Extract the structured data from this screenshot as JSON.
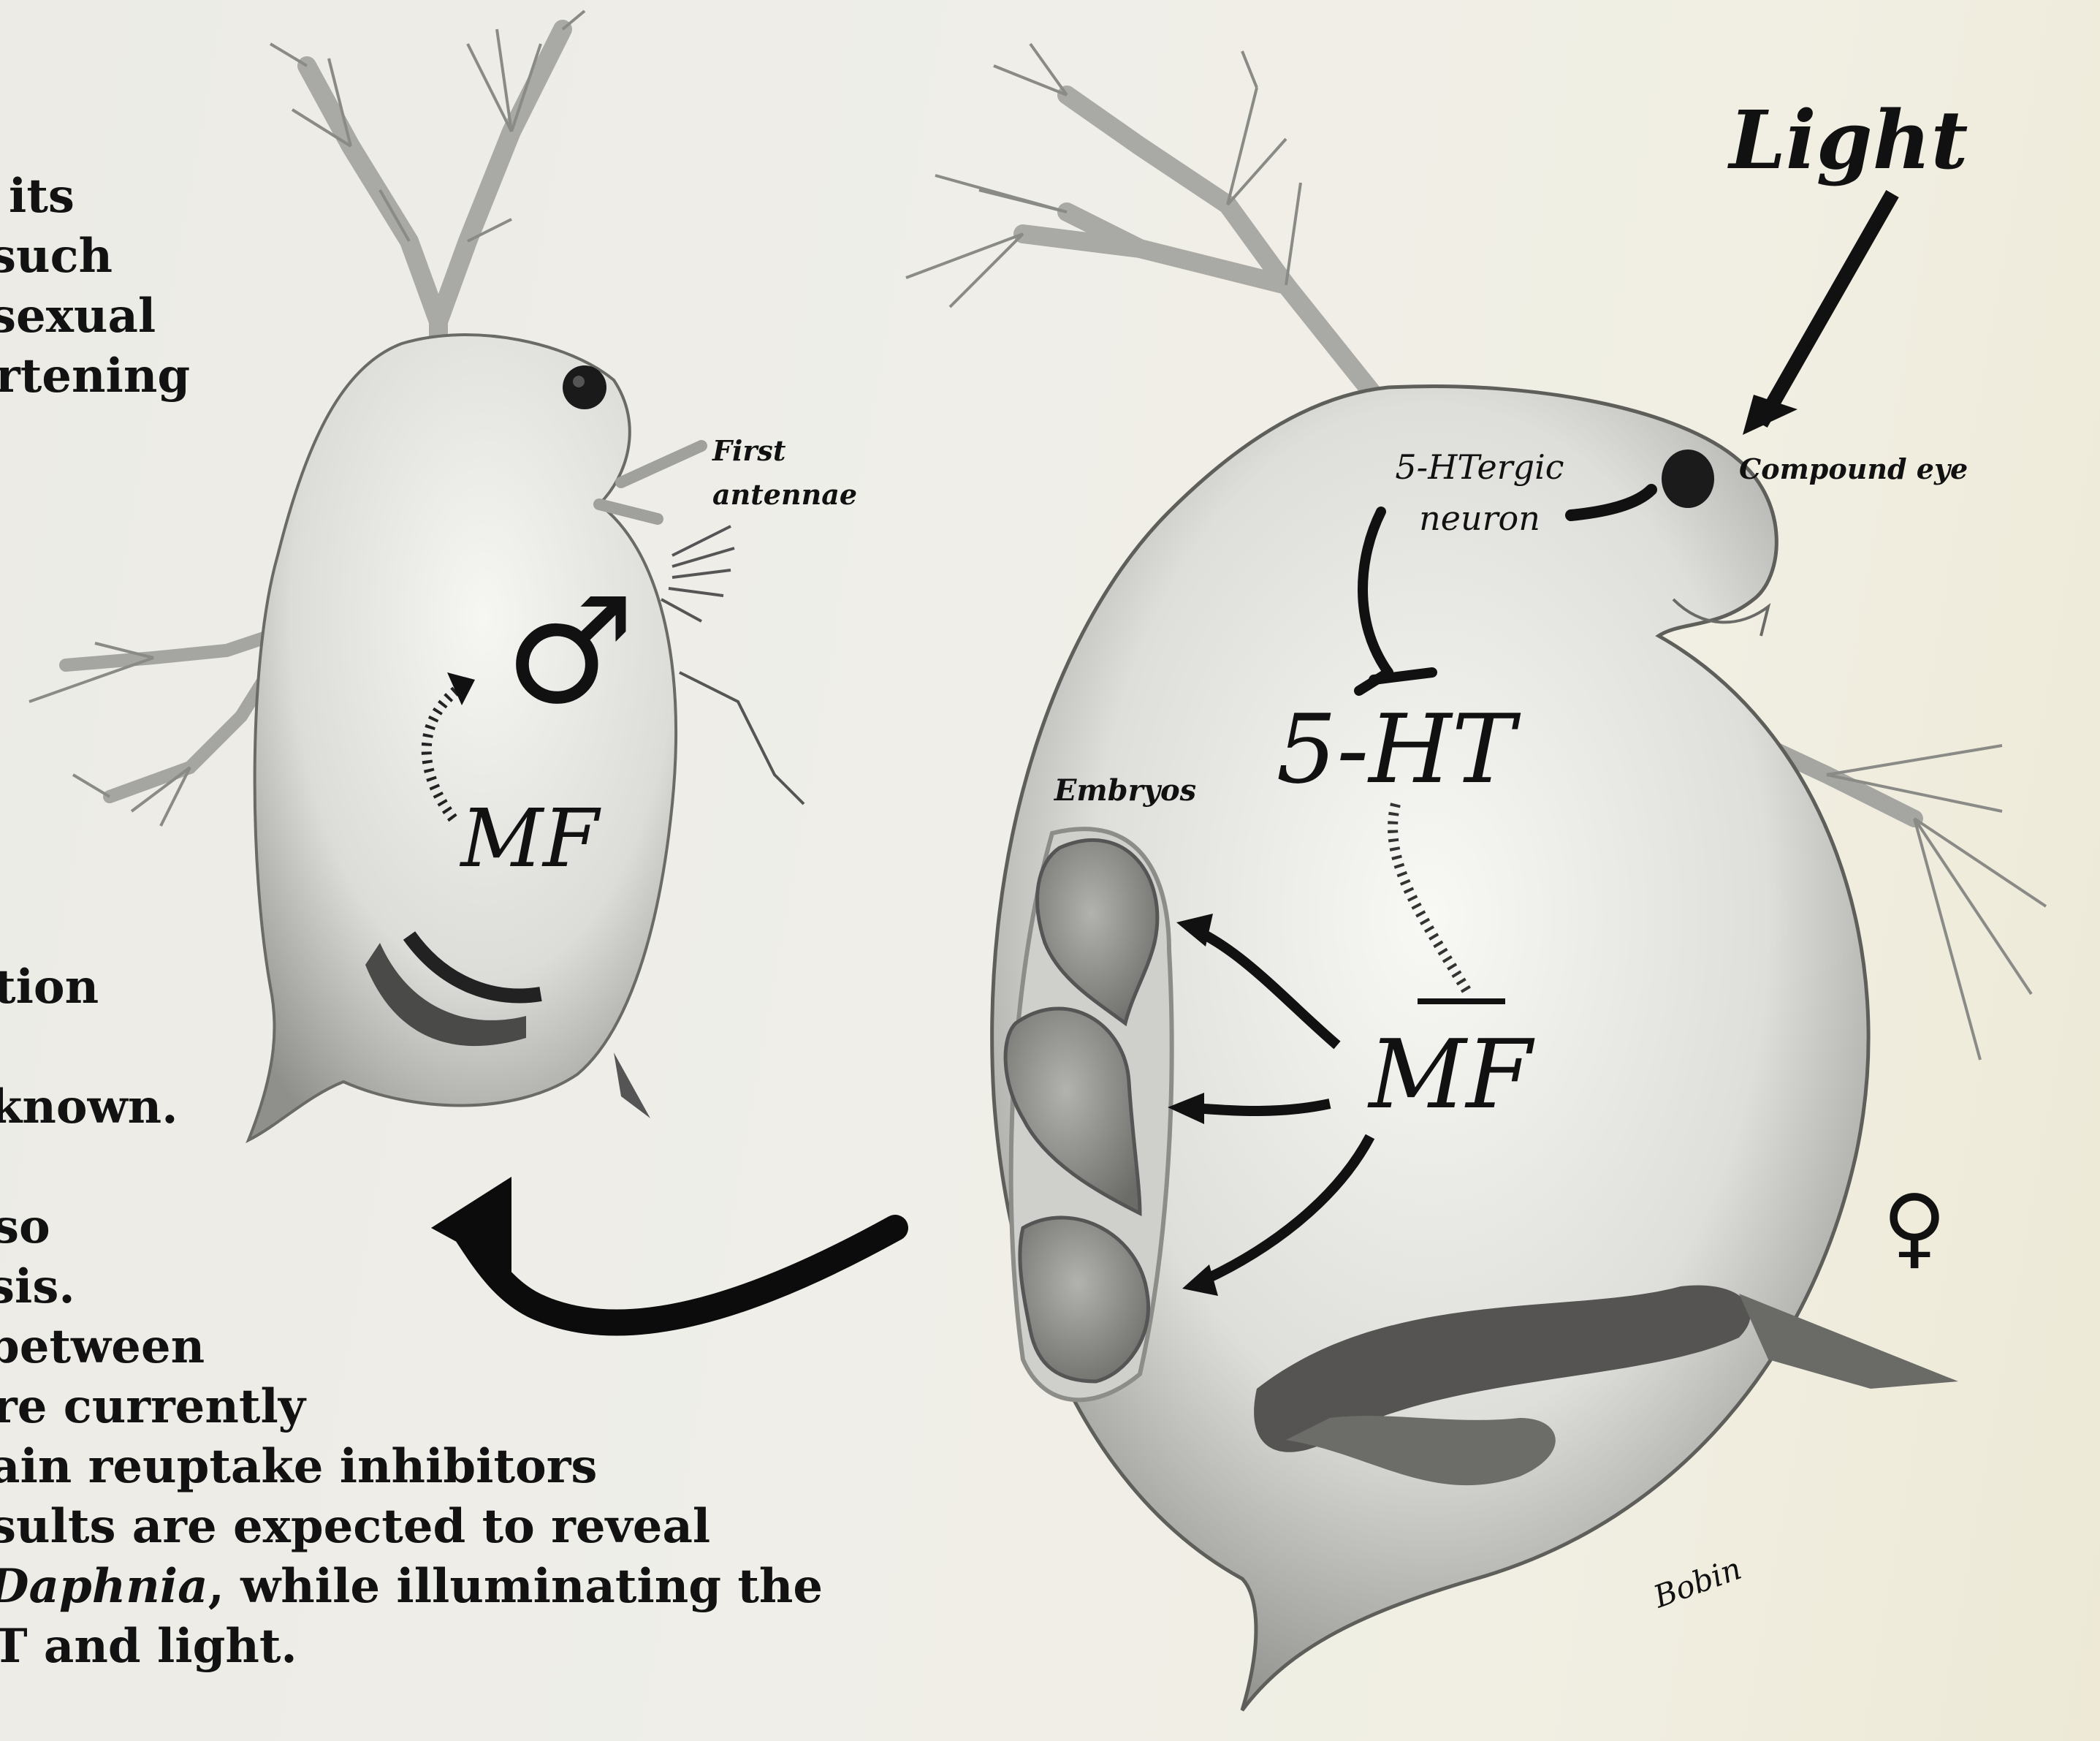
{
  "text_block_top": [
    "its",
    "such",
    "sexual",
    "rtening"
  ],
  "text_block_bottom": [
    {
      "text": "tion"
    },
    {
      "text": ""
    },
    {
      "text": "known."
    },
    {
      "text": ""
    },
    {
      "text": "so"
    },
    {
      "text": "sis."
    },
    {
      "text": "between"
    },
    {
      "text": "re currently"
    },
    {
      "text": "ain reuptake inhibitors"
    },
    {
      "text": "sults are expected to reveal"
    },
    {
      "pre": "",
      "italic": "Daphnia",
      "post": ", while illuminating the"
    },
    {
      "text": "T and light."
    }
  ],
  "labels": {
    "first_antennae_line1": "First",
    "first_antennae_line2": "antennae",
    "light": "Light",
    "compound_eye": "Compound eye",
    "neuron_line1": "5-HTergic",
    "neuron_line2": "neuron",
    "serotonin": "5-HT",
    "mf_female": "MF",
    "mf_male": "MF",
    "embryos": "Embryos",
    "male_symbol": "♂",
    "female_symbol": "♀",
    "signature": "Bobin"
  },
  "colors": {
    "ink": "#111111",
    "body_fill": "#e3e3df",
    "shadow": "#6e6e6e"
  }
}
